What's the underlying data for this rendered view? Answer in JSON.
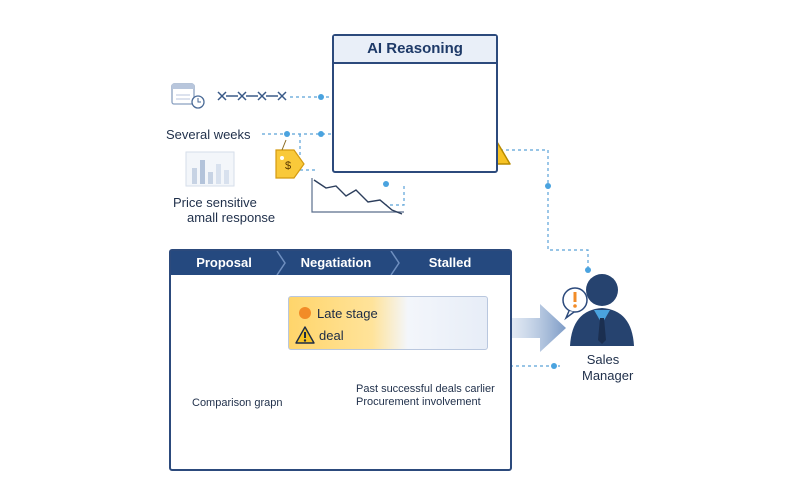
{
  "ai_panel": {
    "title": "AI Reasoning"
  },
  "signals": {
    "timeline_label": "Several weeks",
    "price_label_line1": "Price sensitive",
    "price_label_line2": "amall response",
    "price_tag_symbol": "$"
  },
  "pipeline": {
    "stages": [
      "Proposal",
      "Negatiation",
      "Stalled"
    ],
    "card_line1": "Late stage",
    "card_line2": "deal"
  },
  "bottom": {
    "comparison_label": "Comparison grapn",
    "past_deals_line1": "Past successful deals carlier",
    "past_deals_line2": "Procurement involvement"
  },
  "manager": {
    "label_line1": "Sales",
    "label_line2": "Manager"
  },
  "colors": {
    "navy": "#25497f",
    "accent_blue": "#4aa3df",
    "warning_yellow": "#f7c325",
    "orange": "#f28c28",
    "teal": "#3fb6a8"
  },
  "icons": [
    "calendar-icon",
    "clock-icon",
    "price-tag-icon",
    "network-graph-icon",
    "warning-icon",
    "person-icon",
    "alert-icon",
    "coin-icon",
    "table-icon",
    "calendar-grid-icon"
  ]
}
